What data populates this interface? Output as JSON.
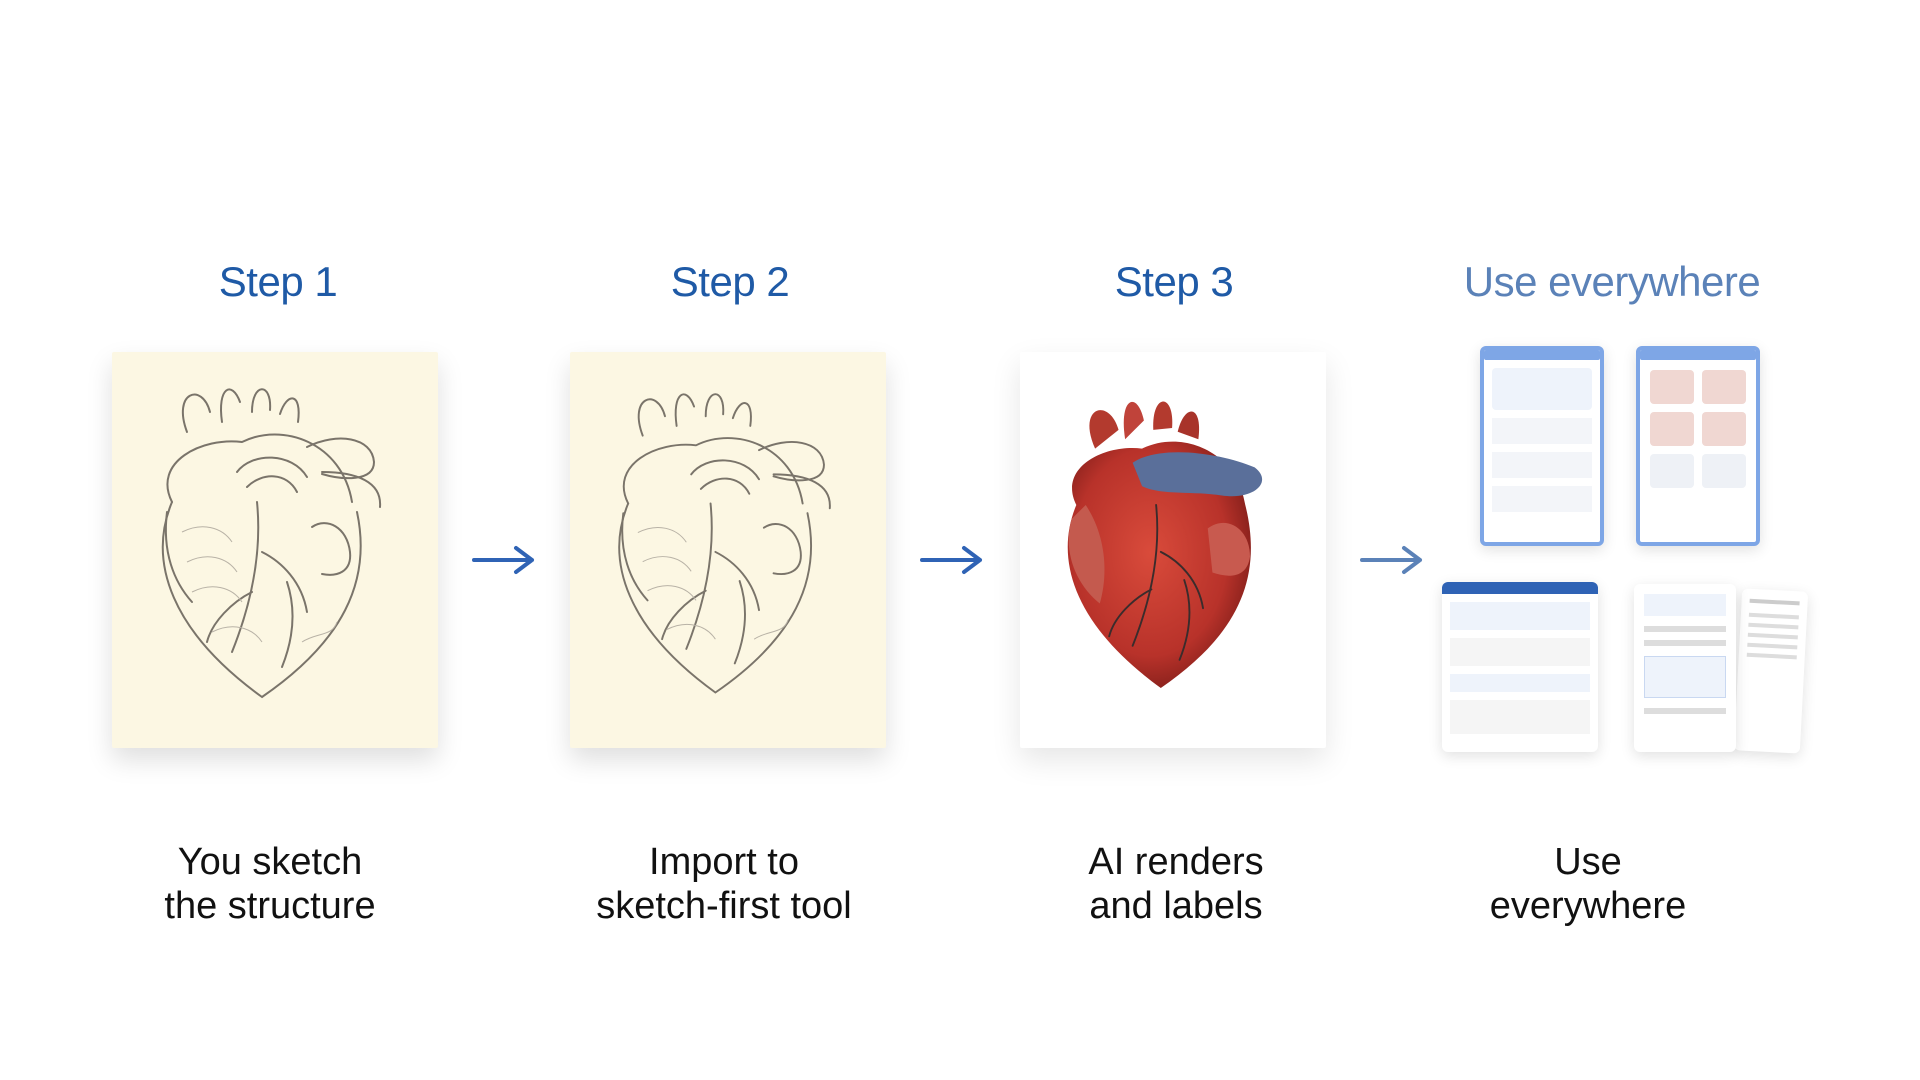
{
  "steps": [
    {
      "title": "Step 1",
      "caption_line1": "You sketch",
      "caption_line2": "the structure"
    },
    {
      "title": "Step 2",
      "caption_line1": "Import to",
      "caption_line2": "sketch-first tool"
    },
    {
      "title": "Step 3",
      "caption_line1": "AI renders",
      "caption_line2": "and labels"
    },
    {
      "title": "Use everywhere",
      "caption_line1": "Use",
      "caption_line2": "everywhere"
    }
  ],
  "colors": {
    "title_blue": "#1f5aa6",
    "title_muted": "#5b82b8",
    "arrow_blue": "#2f63b5",
    "paper": "#fcf7e3",
    "heart_red": "#b8322a",
    "vessel_blue": "#5a6f9a"
  },
  "icons": [
    "right-arrow-icon",
    "heart-sketch-illustration",
    "heart-color-illustration",
    "app-mockup-thumbnail"
  ]
}
